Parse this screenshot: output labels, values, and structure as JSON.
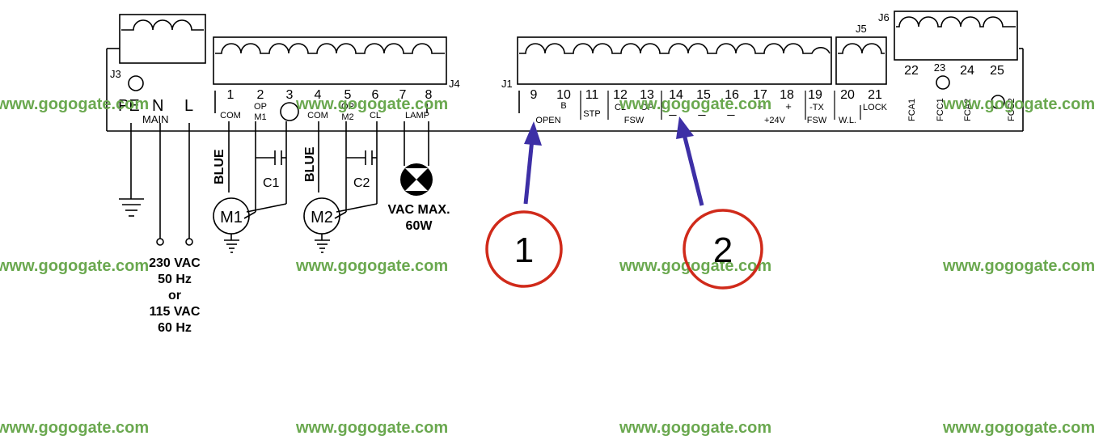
{
  "colors": {
    "watermark": "#6aa84f",
    "arrow": "#3d2fa6",
    "annotation_circle": "#d02a1a"
  },
  "connectors": {
    "J1": "J1",
    "J3": "J3",
    "J4": "J4",
    "J5": "J5",
    "J6": "J6"
  },
  "power": {
    "pe": "PE",
    "n": "N",
    "l": "L",
    "main": "MAIN",
    "supply": [
      "230 VAC",
      "50 Hz",
      "or",
      "115 VAC",
      "60 Hz"
    ]
  },
  "j4_terminals": [
    {
      "num": "1",
      "label": "COM"
    },
    {
      "num": "2",
      "label": "OP",
      "label2": "M1"
    },
    {
      "num": "3",
      "label": ""
    },
    {
      "num": "4",
      "label": "COM"
    },
    {
      "num": "5",
      "label": "OP",
      "label2": "M2"
    },
    {
      "num": "6",
      "label": "CL"
    },
    {
      "num": "7",
      "label": ""
    },
    {
      "num": "8",
      "label": ""
    }
  ],
  "lamp_label": "LAMP",
  "motors": {
    "m1": "M1",
    "m2": "M2",
    "c1": "C1",
    "c2": "C2",
    "blue": "BLUE"
  },
  "lamp": {
    "line1": "VAC MAX.",
    "line2": "60W"
  },
  "j1_terminals": [
    "9",
    "10",
    "11",
    "12",
    "13",
    "14",
    "15",
    "16",
    "17",
    "18",
    "19"
  ],
  "j1_labels": {
    "b": "B",
    "open": "OPEN",
    "stp": "STP",
    "cl": "CL",
    "op": "OP",
    "fsw": "FSW",
    "dash": "_",
    "plus": "+",
    "v24": "+24V",
    "tx": "-TX",
    "fsw2": "FSW"
  },
  "j5_terminals": [
    "20",
    "21"
  ],
  "j5_labels": {
    "wl": "W.L.",
    "lock": "LOCK"
  },
  "j6_terminals": [
    "22",
    "23",
    "24",
    "25"
  ],
  "j6_labels": [
    "FCA1",
    "FCC1",
    "FCA2",
    "FCC2"
  ],
  "annotations": [
    "1",
    "2"
  ],
  "watermark": "www.gogogate.com"
}
